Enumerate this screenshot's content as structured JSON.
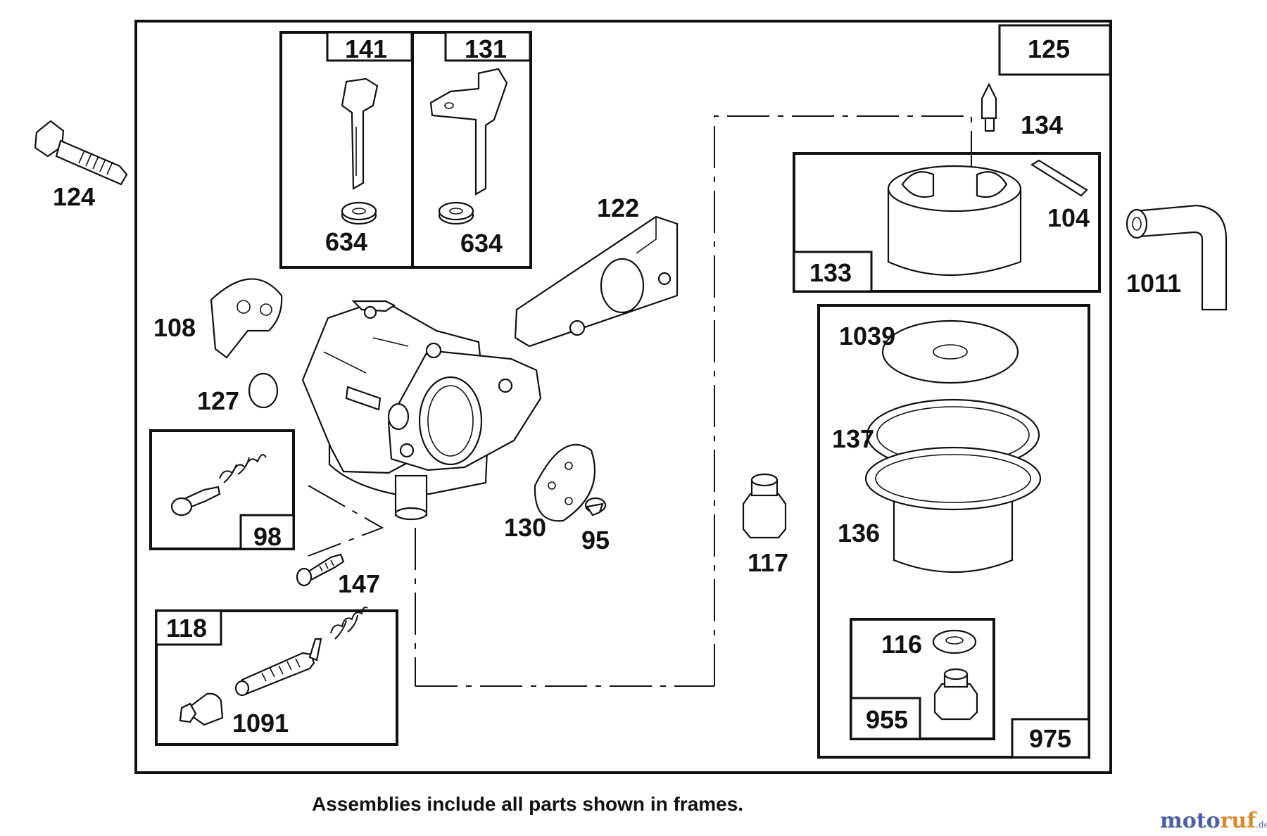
{
  "labels": {
    "p124": "124",
    "p141": "141",
    "p131": "131",
    "p634a": "634",
    "p634b": "634",
    "p125": "125",
    "p134": "134",
    "p104": "104",
    "p133": "133",
    "p1011": "1011",
    "p122": "122",
    "p108": "108",
    "p127": "127",
    "p98": "98",
    "p147": "147",
    "p130": "130",
    "p95": "95",
    "p117": "117",
    "p118": "118",
    "p1091": "1091",
    "p1039": "1039",
    "p137": "137",
    "p136": "136",
    "p116": "116",
    "p955": "955",
    "p975": "975"
  },
  "caption": "Assemblies include all parts shown in frames.",
  "watermark": {
    "part1": "moto",
    "part2": "ruf",
    "suffix": ".de"
  },
  "colors": {
    "line": "#111111",
    "background": "#ffffff",
    "watermark_blue": "#4a5fa0",
    "watermark_orange": "#d98a2b"
  }
}
